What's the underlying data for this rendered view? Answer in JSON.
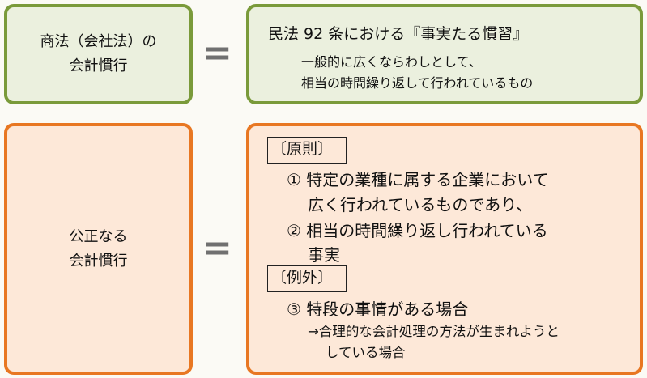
{
  "row1": {
    "left": [
      "商法（会社法）の",
      "会計慣行"
    ],
    "equals": "=",
    "right": {
      "title": "民法 92 条における『事実たる慣習』",
      "lines": [
        "一般的に広くならわしとして、",
        "相当の時間繰り返して行われているもの"
      ]
    }
  },
  "row2": {
    "left": [
      "公正なる",
      "会計慣行"
    ],
    "equals": "=",
    "right": {
      "principle_label": "〔原則〕",
      "item1": [
        "①  特定の業種に属する企業において",
        "広く行われているものであり、"
      ],
      "item2": [
        "②  相当の時間繰り返し行われている",
        "事実"
      ],
      "exception_label": "〔例外〕",
      "item3": "③  特段の事情がある場合",
      "note": [
        "→合理的な会計処理の方法が生まれようと",
        "している場合"
      ]
    }
  },
  "colors": {
    "green_border": "#7a9a3a",
    "green_fill": "#ebf0de",
    "orange_border": "#e87722",
    "orange_fill": "#fde8d8"
  }
}
